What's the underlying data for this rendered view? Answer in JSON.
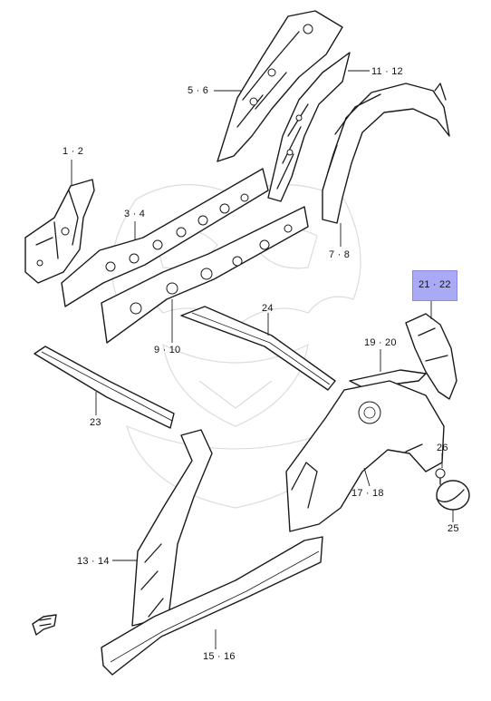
{
  "callouts": {
    "c1_2": "1 · 2",
    "c3_4": "3 · 4",
    "c5_6": "5 · 6",
    "c7_8": "7 · 8",
    "c9_10": "9 · 10",
    "c11_12": "11 · 12",
    "c13_14": "13 · 14",
    "c15_16": "15 · 16",
    "c17_18": "17 · 18",
    "c19_20": "19 · 20",
    "c21_22": "21 · 22",
    "c23": "23",
    "c24": "24",
    "c25": "25",
    "c26": "26"
  },
  "colors": {
    "highlight": "#a9a9f5",
    "line": "#1a1a1a",
    "watermark": "#dcdcdc"
  }
}
